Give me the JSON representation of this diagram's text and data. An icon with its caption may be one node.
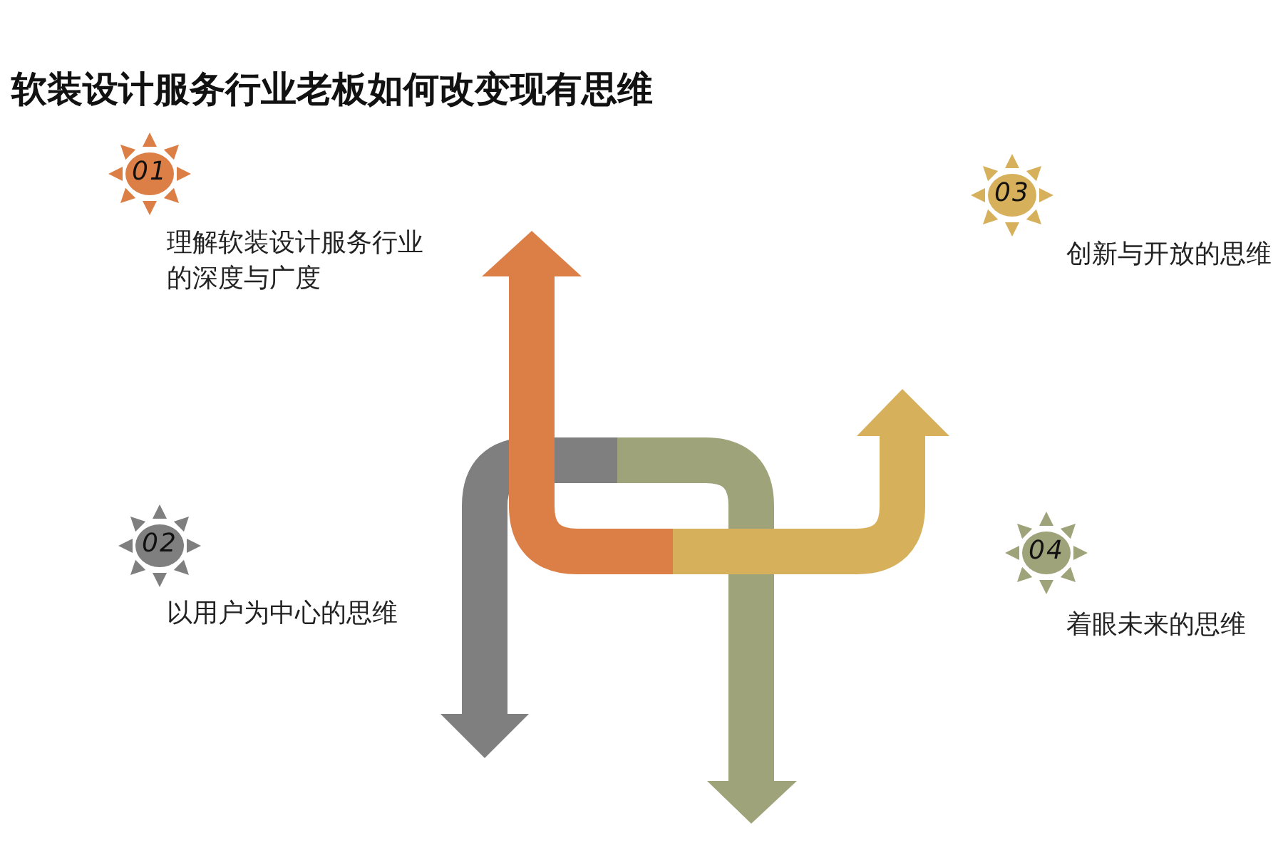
{
  "diagram": {
    "title": "软装设计服务行业老板如何改变现有思维",
    "nodes": [
      {
        "text": [
          "01"
        ],
        "beside": [
          "理解软装设计服务行业的深度与广度"
        ]
      },
      {
        "text": [
          "02"
        ],
        "beside": [
          "以用户为中心的思维"
        ]
      },
      {
        "text": [
          "03"
        ],
        "beside": [
          "创新与开放的思维"
        ]
      },
      {
        "text": [
          "04"
        ],
        "beside": [
          "着眼未来的思维"
        ]
      }
    ]
  }
}
